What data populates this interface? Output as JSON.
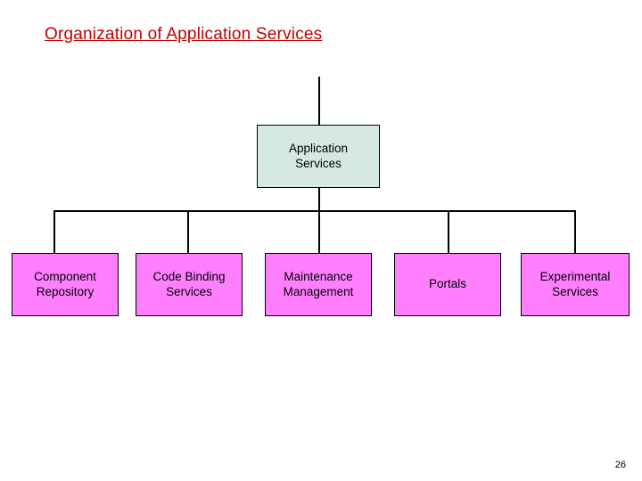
{
  "slide": {
    "title": "Organization of Application Services",
    "page_number": "26",
    "colors": {
      "title_text": "#c00000",
      "root_fill": "#d5e8e4",
      "child_fill": "#ff7fff",
      "line": "#000000",
      "background": "#ffffff"
    }
  },
  "diagram": {
    "type": "org-chart",
    "root": {
      "label": "Application\nServices",
      "line1": "Application",
      "line2": "Services"
    },
    "children": [
      {
        "line1": "Component",
        "line2": " Repository"
      },
      {
        "line1": "Code Binding",
        "line2": "Services"
      },
      {
        "line1": "Maintenance",
        "line2": "Management"
      },
      {
        "line1": "Portals",
        "line2": ""
      },
      {
        "line1": "Experimental",
        "line2": "Services"
      }
    ]
  }
}
